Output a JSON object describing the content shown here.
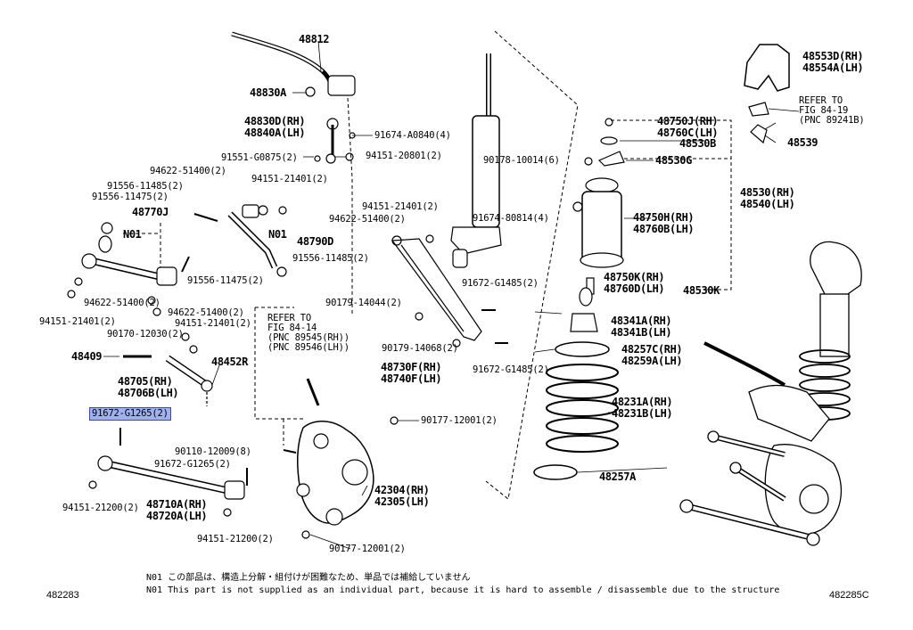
{
  "figure_id_left": "482283",
  "figure_id_right": "482285C",
  "notes": [
    "N01 この部品は、構造上分解・組付けが困難なため、単品では補給していません",
    "N01 This part is not supplied as an individual part, because it is hard to assemble / disassemble due to the structure"
  ],
  "parts": {
    "p48812": "48812",
    "p48830A": "48830A",
    "p48830D": "48830D(RH)\n48840A(LH)",
    "p91674A0840": "91674-A0840(4)",
    "p91551G0875": "91551-G0875(2)",
    "p94151_20801": "94151-20801(2)",
    "p94622_51400a": "94622-51400(2)",
    "p94151_21401a": "94151-21401(2)",
    "p91556_11485a": "91556-11485(2)",
    "p91556_11475a": "91556-11475(2)",
    "p48770J": "48770J",
    "pN01a": "N01",
    "pN01b": "N01",
    "p48790D": "48790D",
    "p91556_11485b": "91556-11485(2)",
    "p91556_11475b": "91556-11475(2)",
    "p94622_51400b": "94622-51400(2)",
    "p94622_51400c": "94622-51400(2)",
    "p94151_21401b": "94151-21401(2)",
    "p94151_21401c": "94151-21401(2)",
    "p90170_12030": "90170-12030(2)",
    "p48409": "48409",
    "p48452R": "48452R",
    "p48705": "48705(RH)\n48706B(LH)",
    "p91672G1265a": "91672-G1265(2)",
    "p90110_12009": "90110-12009(8)",
    "p91672G1265b": "91672-G1265(2)",
    "p48710A": "48710A(RH)\n48720A(LH)",
    "p94151_21200a": "94151-21200(2)",
    "p94151_21200b": "94151-21200(2)",
    "p42304": "42304(RH)\n42305(LH)",
    "p90177_12001a": "90177-12001(2)",
    "p90177_12001b": "90177-12001(2)",
    "pRefer1": "REFER TO\nFIG 84-14\n(PNC 89545(RH))\n(PNC 89546(LH))",
    "p94151_21401d": "94151-21401(2)",
    "p94622_51400d": "94622-51400(2)",
    "p91674_80814": "91674-80814(4)",
    "p90179_14044": "90179-14044(2)",
    "p90179_14068": "90179-14068(2)",
    "p48730F": "48730F(RH)\n48740F(LH)",
    "p91672G1485a": "91672-G1485(2)",
    "p91672G1485b": "91672-G1485(2)",
    "p90178_10014": "90178-10014(6)",
    "p48750J": "48750J(RH)\n48760C(LH)",
    "p48530B": "48530B",
    "p48530G": "48530G",
    "p48750H": "48750H(RH)\n48760B(LH)",
    "p48750K": "48750K(RH)\n48760D(LH)",
    "p48530K": "48530K",
    "p48530": "48530(RH)\n48540(LH)",
    "p48341A": "48341A(RH)\n48341B(LH)",
    "p48257C": "48257C(RH)\n48259A(LH)",
    "p48231A": "48231A(RH)\n48231B(LH)",
    "p48257A": "48257A",
    "p48553D": "48553D(RH)\n48554A(LH)",
    "pRefer2": "REFER TO\nFIG 84-19\n(PNC 89241B)",
    "p48539": "48539"
  }
}
